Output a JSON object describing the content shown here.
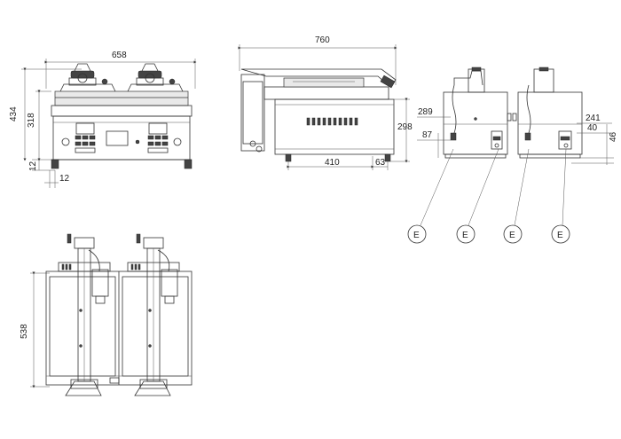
{
  "dimensions": {
    "front_width": "658",
    "front_height_total": "434",
    "front_height_body": "318",
    "front_foot_height": "12",
    "front_foot_offset": "12",
    "side_length": "760",
    "side_height": "298",
    "side_base_length": "410",
    "side_rear_offset": "63",
    "rear_left_height": "289",
    "rear_left_conn_height": "87",
    "rear_right_height": "241",
    "rear_right_conn_height": "40",
    "rear_right_conn_offset": "46",
    "top_depth": "538"
  },
  "connection_callouts": [
    "E",
    "E",
    "E",
    "E"
  ],
  "colors": {
    "line": "#333333",
    "panel": "#e9e9e9",
    "dark": "#444444"
  }
}
